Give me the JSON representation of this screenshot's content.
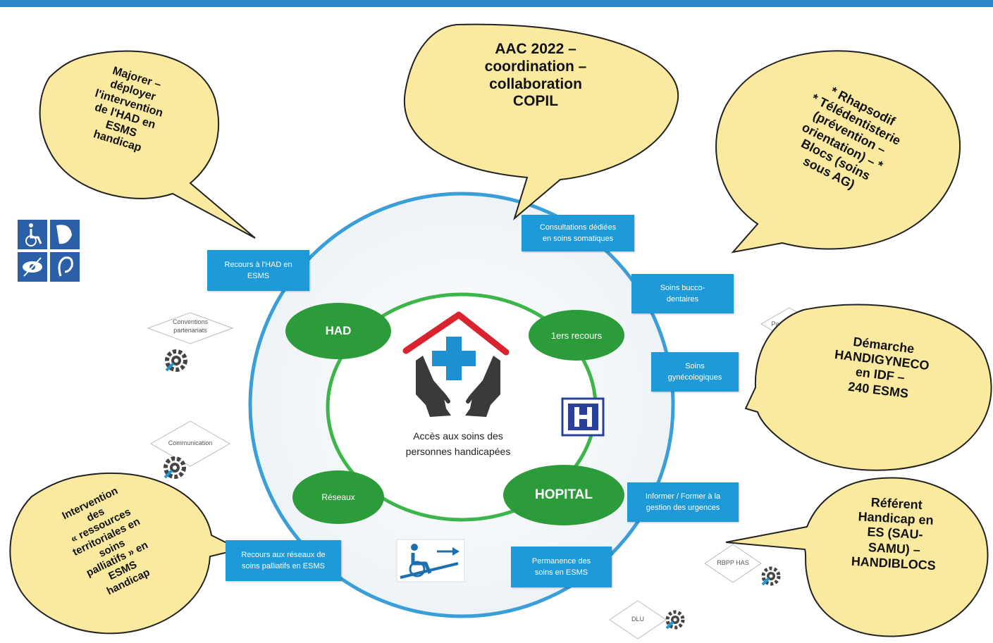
{
  "center": {
    "title_line1": "Accès aux soins des",
    "title_line2": "personnes handicapées"
  },
  "ellipses": {
    "had": "HAD",
    "premiers_recours": "1ers recours",
    "reseaux": "Réseaux",
    "hopital": "HOPITAL"
  },
  "boxes": {
    "consultations": [
      "Consultations dédiées",
      "en soins somatiques"
    ],
    "bucco": [
      "Soins bucco-",
      "dentaires"
    ],
    "gyneco": [
      "Soins",
      "gynécologiques"
    ],
    "urgences": [
      "Informer / Former à la",
      "gestion des urgences"
    ],
    "permanence": [
      "Permanence des",
      "soins en ESMS"
    ],
    "palliatifs": [
      "Recours aux réseaux de",
      "soins palliatifs en ESMS"
    ],
    "had_esms": [
      "Recours à l'HAD en",
      "ESMS"
    ]
  },
  "diamonds": {
    "conventions": [
      "Conventions",
      "partenariats"
    ],
    "communication": [
      "Communication"
    ],
    "rbpp": [
      "RBPP HAS"
    ],
    "dlu": [
      "DLU"
    ],
    "partial": [
      "Pa"
    ]
  },
  "bubbles": {
    "aac": [
      "AAC 2022 –",
      "coordination –",
      "collaboration",
      "COPIL"
    ],
    "rhapsodif": [
      "* Rhapsodif",
      "* Télédentisterie",
      "(prévention –",
      "orientation) – *",
      "Blocs (soins",
      "sous AG)"
    ],
    "majorer": [
      "Majorer –",
      "déployer",
      "l'intervention",
      "de l'HAD  en",
      "ESMS",
      "handicap"
    ],
    "handigyneco": [
      "Démarche",
      "HANDIGYNECO",
      "en IDF –",
      "240 ESMS"
    ],
    "referent": [
      "Référent",
      "Handicap en",
      "ES (SAU-",
      "SAMU) –",
      "HANDIBLOCS"
    ],
    "intervention": [
      "Intervention",
      "des",
      "« ressources",
      "territoriales en",
      "soins",
      "palliatifs » en",
      "ESMS",
      "handicap"
    ]
  },
  "colors": {
    "circle_blue": "#3a9fd8",
    "inner_green": "#3cb54a",
    "ellipse_green": "#2c9b3a",
    "box_blue": "#1e9ad8",
    "bubble_fill": "#faeaa0",
    "roof_red": "#d9232e",
    "cross_blue": "#1e8fd0"
  },
  "icons": [
    "accessibility-icons",
    "gear-icon",
    "wheelchair-ramp-icon",
    "hospital-h-icon",
    "hands-house-icon"
  ]
}
